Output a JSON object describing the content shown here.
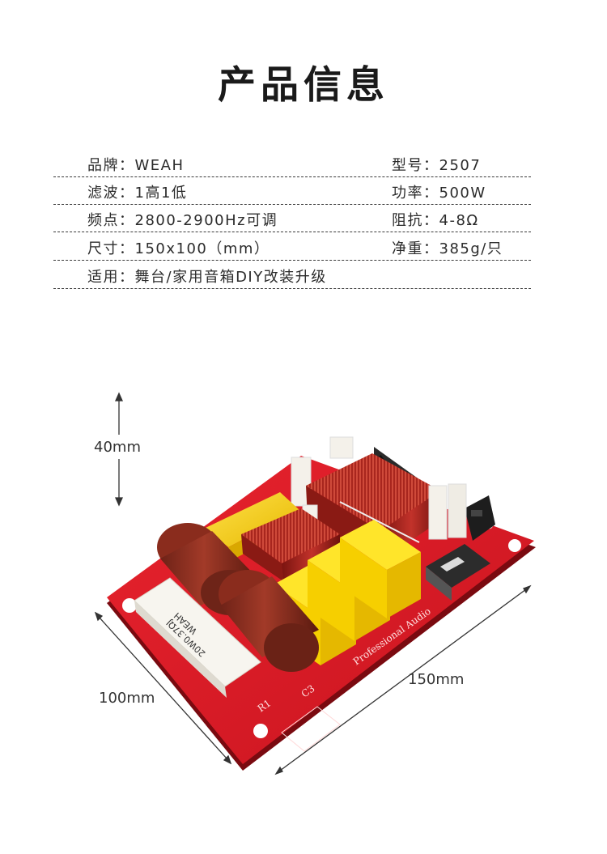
{
  "title": "产品信息",
  "specs": [
    {
      "left": "品牌：WEAH",
      "right": "型号：2507"
    },
    {
      "left": "滤波：1高1低",
      "right": "功率：500W"
    },
    {
      "left": "频点：2800-2900Hz可调",
      "right": "阻抗：4-8Ω"
    },
    {
      "left": "尺寸：150x100（mm）",
      "right": "净重：385g/只"
    },
    {
      "left": "适用：舞台/家用音箱DIY改装升级",
      "right": ""
    }
  ],
  "dimensions": {
    "height": "40mm",
    "depth": "100mm",
    "width": "150mm"
  },
  "board_labels": {
    "brand": "WEAH",
    "silk_text": "Professional Audio",
    "resistor_code": "20W0.37ΩJ",
    "c3": "C3",
    "r1": "R1"
  }
}
